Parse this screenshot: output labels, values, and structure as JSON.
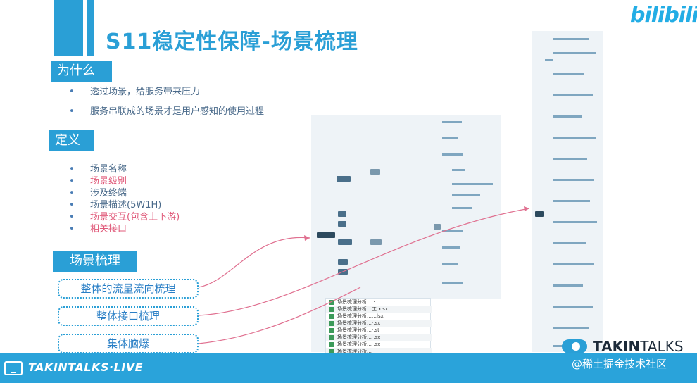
{
  "slide": {
    "title": "S11稳定性保障-场景梳理",
    "logo": "bilibili",
    "accent": "#2a9fd6",
    "pink": "#e05a7a"
  },
  "why": {
    "heading": "为什么",
    "items": [
      "透过场景，给服务带来压力",
      "服务串联成的场景才是用户感知的使用过程"
    ]
  },
  "definition": {
    "heading": "定义",
    "items": [
      {
        "text": "场景名称",
        "highlight": false
      },
      {
        "text": "场景级别",
        "highlight": true
      },
      {
        "text": "涉及终端",
        "highlight": false
      },
      {
        "text": "场景描述(5W1H)",
        "highlight": false
      },
      {
        "text": "场景交互(包含上下游)",
        "highlight": true
      },
      {
        "text": "相关接口",
        "highlight": true
      }
    ]
  },
  "sorting": {
    "heading": "场景梳理",
    "buttons": [
      "整体的流量流向梳理",
      "整体接口梳理",
      "集体脑爆"
    ]
  },
  "files": [
    "场景梳理分析…   ·",
    "场景梳理分析…工.xlsx",
    "场景梳理分析……lsx",
    "场景梳理分析…·.sx",
    "场景梳理分析…·.st",
    "场景梳理分析…·.sx",
    "场景梳理分析…·.sx",
    "场景梳理分析…"
  ],
  "footer": {
    "live": "TAKINTALKS·LIVE",
    "brand_bold": "TAKIN",
    "brand_rest": "TALKS",
    "watermark": "@稀土掘金技术社区"
  }
}
